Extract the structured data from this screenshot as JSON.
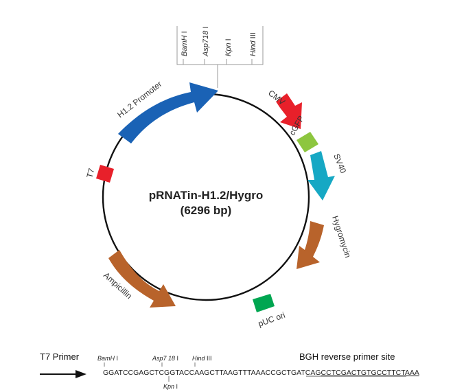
{
  "plasmid": {
    "name": "pRNATin-H1.2/Hygro",
    "size": "(6296 bp)"
  },
  "mcs_sites": [
    {
      "name": "BamH",
      "suffix": " I"
    },
    {
      "name": "Asp718",
      "suffix": " I"
    },
    {
      "name": "Kpn",
      "suffix": " I"
    },
    {
      "name": "Hind",
      "suffix": " III"
    }
  ],
  "features": {
    "h1_promoter": {
      "label": "H1.2 Promoter",
      "color": "#1a62b5"
    },
    "cmv": {
      "label": "CMV",
      "color": "#e8202a"
    },
    "cgfp": {
      "label": "cGFP",
      "color": "#8dc63f"
    },
    "sv40": {
      "label": "SV40",
      "color": "#16a8c4"
    },
    "hygromycin": {
      "label": "Hygromycin",
      "color": "#b8632b"
    },
    "puc_ori": {
      "label": "pUC ori",
      "color": "#00a651"
    },
    "ampicillin": {
      "label": "Ampicillin",
      "color": "#b8632b"
    },
    "t7": {
      "label": "T7",
      "color": "#e8202a"
    }
  },
  "sequence": {
    "t7_primer": "T7 Primer",
    "bgh_label": "BGH reverse primer site",
    "seq_main": "GGATCCGAGCTCGGTACCAAGCTTAAGTTTAAACCGCTGATCAG",
    "seq_underlined": "CCTCGACTGTGCCTTCTAAA",
    "top_sites": [
      {
        "name": "BamH",
        "suffix": " I"
      },
      {
        "name": "Asp7 18",
        "suffix": " I"
      },
      {
        "name": "Hind",
        "suffix": " III"
      }
    ],
    "bottom_site": {
      "name": "Kpn",
      "suffix": " I"
    }
  }
}
